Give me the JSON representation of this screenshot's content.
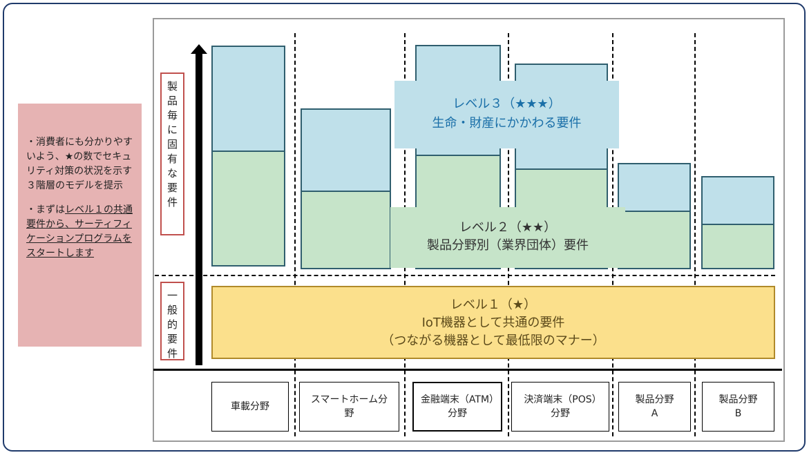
{
  "note": {
    "para1": "・消費者にも分かりやすいよう、★の数でセキュリティ対策の状況を示す３階層のモデルを提示",
    "para2_prefix": "・まずは",
    "para2_underlined": "レベル１の共通要件から、サーティフィケーションプログラムをスタートします"
  },
  "axis_labels": {
    "upper": "製品毎に固有な要件",
    "lower": "一般的要件"
  },
  "levels": {
    "level3": {
      "title": "レベル３（★★★）",
      "desc": "生命・財産にかかわる要件"
    },
    "level2": {
      "title": "レベル２（★★）",
      "desc": "製品分野別（業界団体）要件"
    },
    "level1": {
      "title": "レベル１（★）",
      "desc": "IoT機器として共通の要件",
      "desc2": "（つながる機器として最低限のマナー）"
    }
  },
  "categories": [
    "車載分野",
    "スマートホーム分野",
    "金融端末（ATM）分野",
    "決済端末（POS）分野",
    "製品分野A",
    "製品分野B"
  ],
  "colors": {
    "level3_fill": "#bfe0ea",
    "level2_fill": "#c6e4c9",
    "level1_fill": "#fbe08c",
    "note_fill": "#e6b3b3",
    "label_border": "#c0504d"
  }
}
